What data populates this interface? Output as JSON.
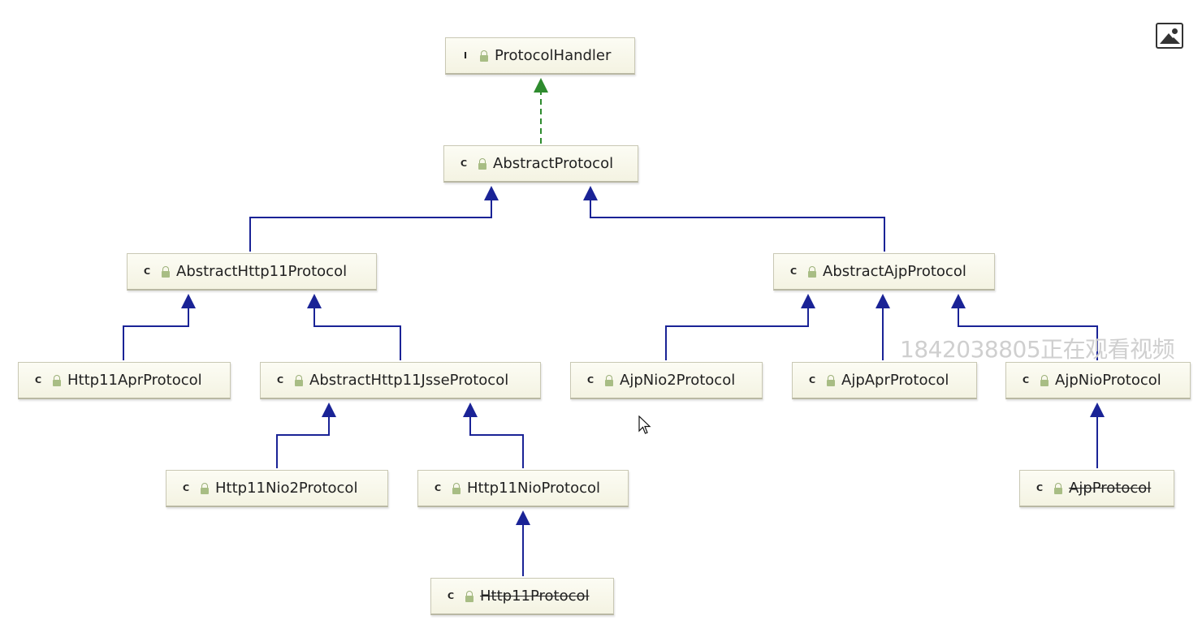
{
  "nodes": {
    "protocolHandler": {
      "label": "ProtocolHandler",
      "kind": "interface",
      "badge": "I",
      "deprecated": false
    },
    "abstractProtocol": {
      "label": "AbstractProtocol",
      "kind": "class",
      "badge": "C",
      "deprecated": false
    },
    "abstractHttp11Protocol": {
      "label": "AbstractHttp11Protocol",
      "kind": "class",
      "badge": "C",
      "deprecated": false
    },
    "abstractAjpProtocol": {
      "label": "AbstractAjpProtocol",
      "kind": "class",
      "badge": "C",
      "deprecated": false
    },
    "http11AprProtocol": {
      "label": "Http11AprProtocol",
      "kind": "class",
      "badge": "C",
      "deprecated": false
    },
    "abstractHttp11JsseProtocol": {
      "label": "AbstractHttp11JsseProtocol",
      "kind": "class",
      "badge": "C",
      "deprecated": false
    },
    "ajpNio2Protocol": {
      "label": "AjpNio2Protocol",
      "kind": "class",
      "badge": "C",
      "deprecated": false
    },
    "ajpAprProtocol": {
      "label": "AjpAprProtocol",
      "kind": "class",
      "badge": "C",
      "deprecated": false
    },
    "ajpNioProtocol": {
      "label": "AjpNioProtocol",
      "kind": "class",
      "badge": "C",
      "deprecated": false
    },
    "http11Nio2Protocol": {
      "label": "Http11Nio2Protocol",
      "kind": "class",
      "badge": "C",
      "deprecated": false
    },
    "http11NioProtocol": {
      "label": "Http11NioProtocol",
      "kind": "class",
      "badge": "C",
      "deprecated": false
    },
    "ajpProtocol": {
      "label": "AjpProtocol",
      "kind": "class",
      "badge": "C",
      "deprecated": true
    },
    "http11Protocol": {
      "label": "Http11Protocol",
      "kind": "class",
      "badge": "C",
      "deprecated": true
    }
  },
  "edges": [
    {
      "from": "abstractProtocol",
      "to": "protocolHandler",
      "type": "implements"
    },
    {
      "from": "abstractHttp11Protocol",
      "to": "abstractProtocol",
      "type": "extends"
    },
    {
      "from": "abstractAjpProtocol",
      "to": "abstractProtocol",
      "type": "extends"
    },
    {
      "from": "http11AprProtocol",
      "to": "abstractHttp11Protocol",
      "type": "extends"
    },
    {
      "from": "abstractHttp11JsseProtocol",
      "to": "abstractHttp11Protocol",
      "type": "extends"
    },
    {
      "from": "ajpNio2Protocol",
      "to": "abstractAjpProtocol",
      "type": "extends"
    },
    {
      "from": "ajpAprProtocol",
      "to": "abstractAjpProtocol",
      "type": "extends"
    },
    {
      "from": "ajpNioProtocol",
      "to": "abstractAjpProtocol",
      "type": "extends"
    },
    {
      "from": "http11Nio2Protocol",
      "to": "abstractHttp11JsseProtocol",
      "type": "extends"
    },
    {
      "from": "http11NioProtocol",
      "to": "abstractHttp11JsseProtocol",
      "type": "extends"
    },
    {
      "from": "ajpProtocol",
      "to": "ajpNioProtocol",
      "type": "extends"
    },
    {
      "from": "http11Protocol",
      "to": "http11NioProtocol",
      "type": "extends"
    }
  ],
  "colors": {
    "extends": "#1a2396",
    "implements": "#2e8b2e",
    "node_border": "#c9c8b4",
    "class_badge": "#6fc6e6",
    "interface_badge": "#9cc46a"
  },
  "icons": {
    "class": "class-c-icon",
    "interface": "interface-i-icon",
    "visibility": "lock-icon",
    "view_image": "image-icon",
    "cursor": "mouse-pointer-icon"
  },
  "watermark": "1842038805正在观看视频"
}
